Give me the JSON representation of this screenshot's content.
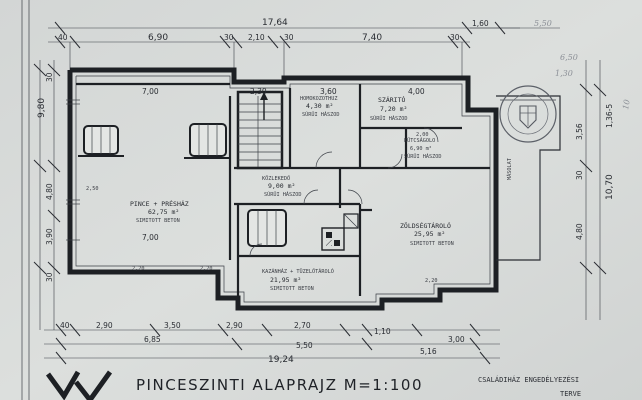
{
  "title": {
    "main": "PINCESZINTI ALAPRAJZ  M=1:100",
    "line1": "CSALÁDIHÁZ ENGEDÉLYEZÉSI",
    "line2": "TERVE"
  },
  "dimensions": {
    "top_total": "17,64",
    "top_right_a": "1,60",
    "top_right_b": "5,50",
    "top_0": "40",
    "top_1": "6,90",
    "top_2": "30",
    "top_3": "2,10",
    "top_4": "30",
    "top_5": "7,40",
    "top_6": "30",
    "bottom_total": "19,24",
    "b1_0": "40",
    "b1_1": "2,90",
    "b1_2": "3,50",
    "b1_3": "2,90",
    "b1_4": "2,70",
    "b1_5": "1,10",
    "b1_6": "3,00",
    "b2_1": "6,85",
    "b2_2": "5,50",
    "b2_3": "5,16",
    "left_1": "9,80",
    "left_2": "4,80",
    "left_3": "3,90",
    "left_4": "30",
    "left_5": "30",
    "right_1": "3,56",
    "right_2": "10,70",
    "right_3": "4,80",
    "right_4": "30",
    "right_5": "1,36-5",
    "inner_1": "7,00",
    "inner_2": "2,30",
    "inner_3": "3,60",
    "inner_4": "4,00",
    "inner_5": "7,00",
    "inner_6": "2,50",
    "inner_7": "2,20",
    "inner_8": "2,20",
    "inner_9": "2,20",
    "inner_10": "2,00"
  },
  "rooms": [
    {
      "name": "PINCE + PRÉSHÁZ",
      "area": "62,75 m²",
      "floor": "SIMITOTT BETON"
    },
    {
      "name": "HOMOKOZOTHUZ",
      "area": "4,30 m²",
      "floor": "SÚRŰI HÁSZOD"
    },
    {
      "name": "SZÁRITÓ",
      "area": "7,20 m²",
      "floor": "SÚRŰI HÁSZOD"
    },
    {
      "name": "KÜTCSÁGOLO",
      "area": "6,90 m²",
      "floor": "SÚRŰI HÁSZOD"
    },
    {
      "name": "KÖZLEKEDŐ",
      "area": "9,00 m²",
      "floor": "SÚRŰI HÁSZOD"
    },
    {
      "name": "ZÖLDSÉGTÁROLÓ",
      "area": "25,95 m²",
      "floor": "SIMITOTT BETON"
    },
    {
      "name": "KAZÁNHÁZ + TÜZELŐTÁROLÓ",
      "area": "21,95 m²",
      "floor": "SIMITOTT BETON"
    }
  ],
  "labels": {
    "mascolat": "MÁSOLAT"
  },
  "colors": {
    "paper": "#d9dcda",
    "ink": "#1d2024"
  }
}
